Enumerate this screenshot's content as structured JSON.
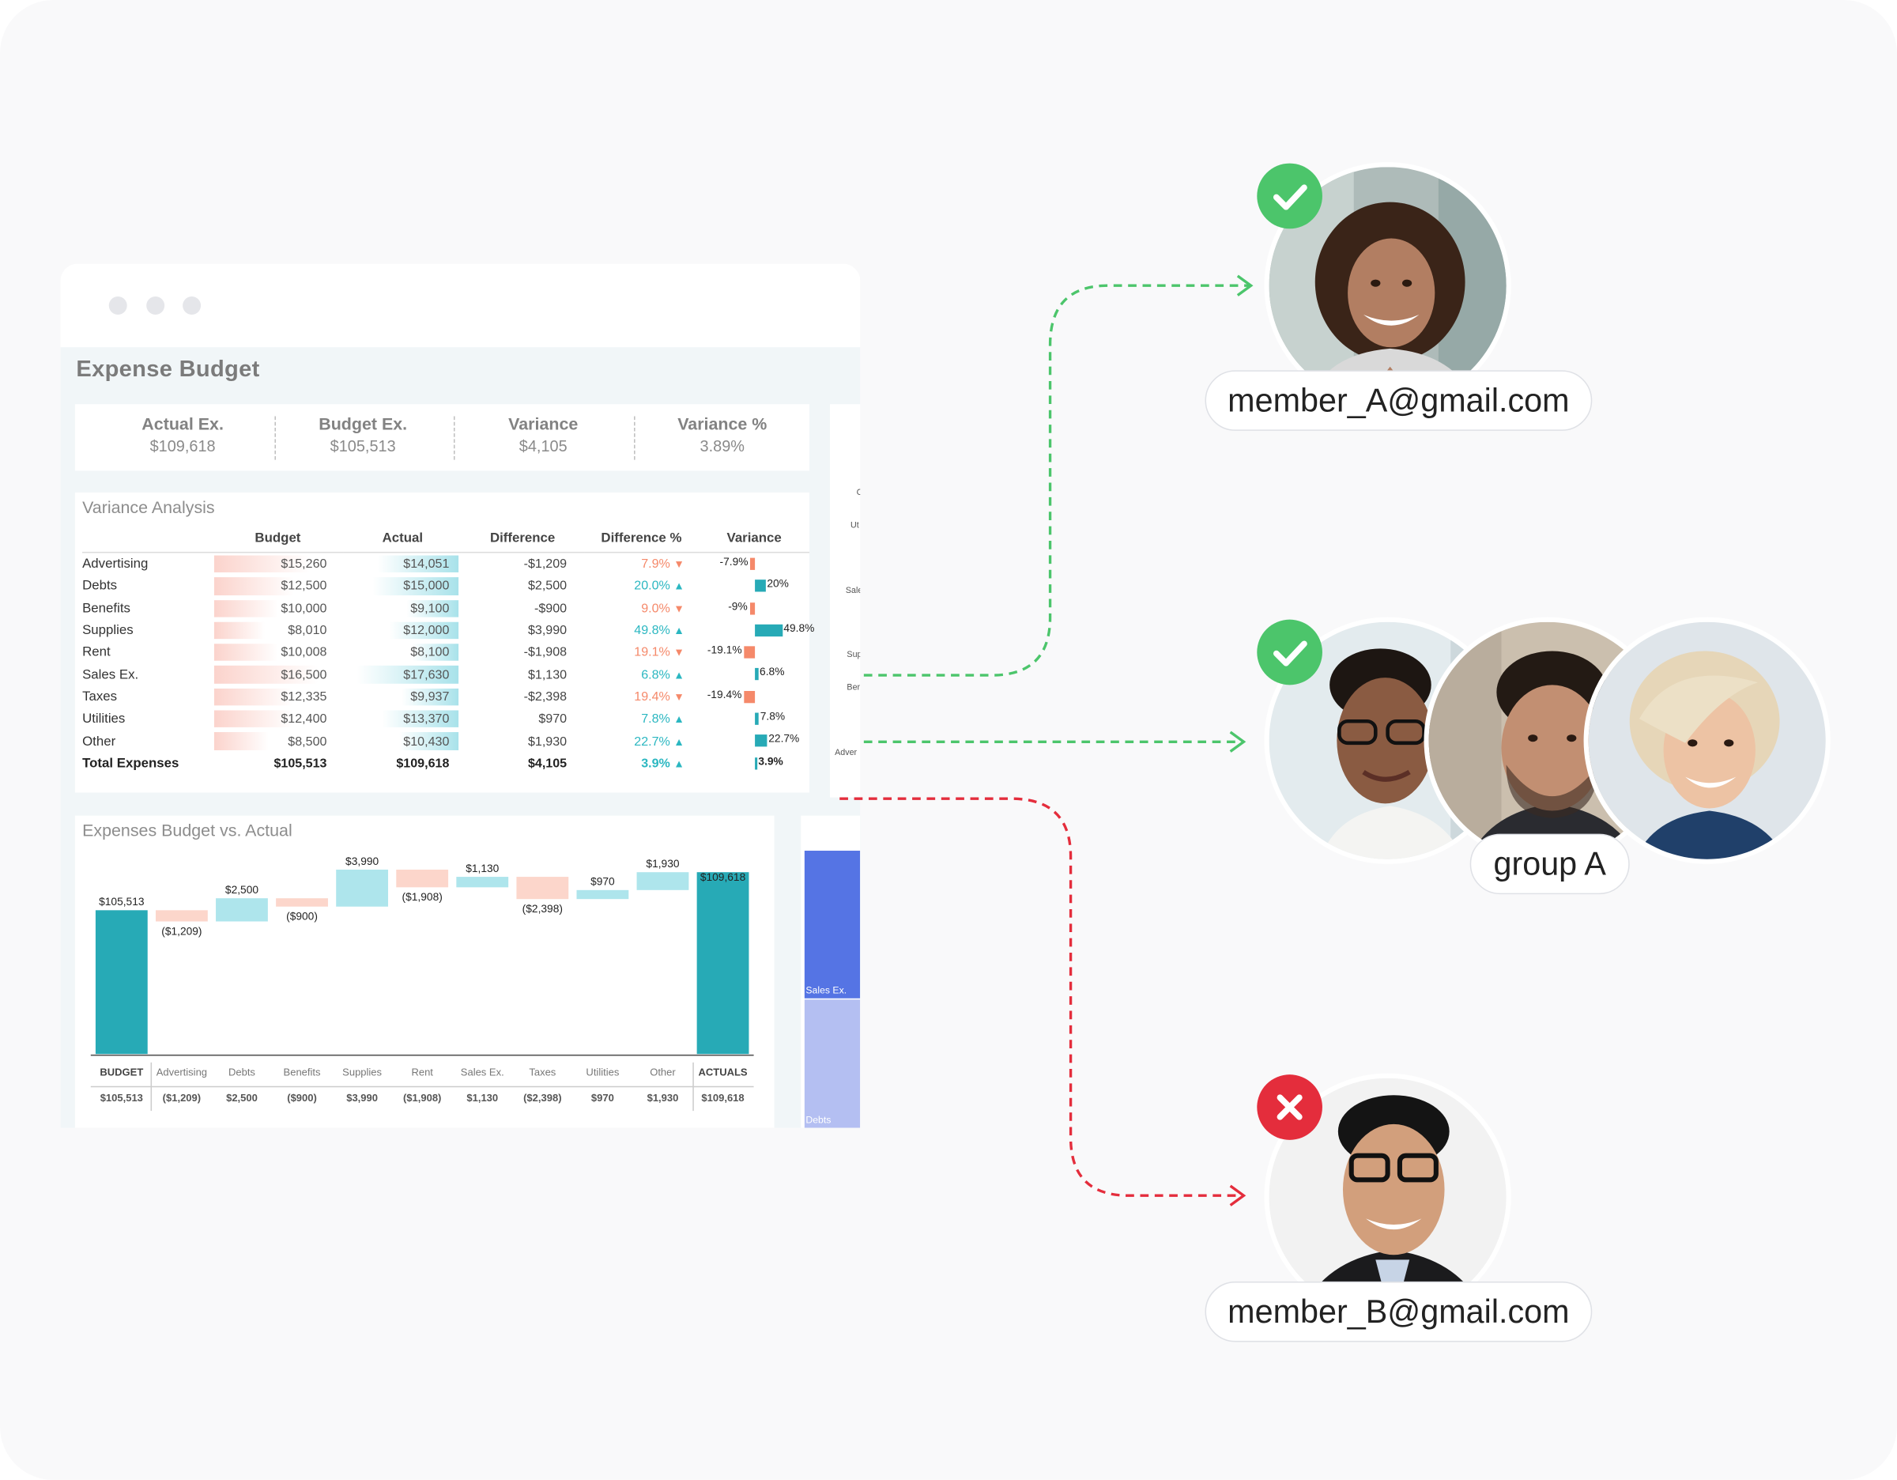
{
  "dashboard": {
    "title": "Expense Budget",
    "kpis": [
      {
        "label": "Actual Ex.",
        "value": "$109,618"
      },
      {
        "label": "Budget Ex.",
        "value": "$105,513"
      },
      {
        "label": "Variance",
        "value": "$4,105"
      },
      {
        "label": "Variance %",
        "value": "3.89%"
      }
    ],
    "variance_analysis": {
      "title": "Variance Analysis",
      "headers": [
        "Budget",
        "Actual",
        "Difference",
        "Difference %",
        "Variance"
      ],
      "rows": [
        {
          "category": "Advertising",
          "budget": "$15,260",
          "actual": "$14,051",
          "difference": "-$1,209",
          "pct": "7.9%",
          "dir": "down",
          "variance_label": "-7.9%",
          "variance_value": -7.9
        },
        {
          "category": "Debts",
          "budget": "$12,500",
          "actual": "$15,000",
          "difference": "$2,500",
          "pct": "20.0%",
          "dir": "up",
          "variance_label": "20%",
          "variance_value": 20.0
        },
        {
          "category": "Benefits",
          "budget": "$10,000",
          "actual": "$9,100",
          "difference": "-$900",
          "pct": "9.0%",
          "dir": "down",
          "variance_label": "-9%",
          "variance_value": -9.0
        },
        {
          "category": "Supplies",
          "budget": "$8,010",
          "actual": "$12,000",
          "difference": "$3,990",
          "pct": "49.8%",
          "dir": "up",
          "variance_label": "49.8%",
          "variance_value": 49.8
        },
        {
          "category": "Rent",
          "budget": "$10,008",
          "actual": "$8,100",
          "difference": "-$1,908",
          "pct": "19.1%",
          "dir": "down",
          "variance_label": "-19.1%",
          "variance_value": -19.1
        },
        {
          "category": "Sales Ex.",
          "budget": "$16,500",
          "actual": "$17,630",
          "difference": "$1,130",
          "pct": "6.8%",
          "dir": "up",
          "variance_label": "6.8%",
          "variance_value": 6.8
        },
        {
          "category": "Taxes",
          "budget": "$12,335",
          "actual": "$9,937",
          "difference": "-$2,398",
          "pct": "19.4%",
          "dir": "down",
          "variance_label": "-19.4%",
          "variance_value": -19.4
        },
        {
          "category": "Utilities",
          "budget": "$12,400",
          "actual": "$13,370",
          "difference": "$970",
          "pct": "7.8%",
          "dir": "up",
          "variance_label": "7.8%",
          "variance_value": 7.8
        },
        {
          "category": "Other",
          "budget": "$8,500",
          "actual": "$10,430",
          "difference": "$1,930",
          "pct": "22.7%",
          "dir": "up",
          "variance_label": "22.7%",
          "variance_value": 22.7
        }
      ],
      "total": {
        "category": "Total Expenses",
        "budget": "$105,513",
        "actual": "$109,618",
        "difference": "$4,105",
        "pct": "3.9%",
        "dir": "up",
        "variance_label": "3.9%",
        "variance_value": 3.9
      }
    },
    "side_chart_labels": [
      "Ut",
      "Sale",
      "Sup",
      "Ber",
      "Adver"
    ],
    "waterfall_title": "Expenses Budget vs. Actual",
    "side_bar_labels": [
      "Sales Ex.",
      "Debts"
    ]
  },
  "chart_data": {
    "type": "bar",
    "title": "Expenses Budget vs. Actual",
    "subtype": "waterfall",
    "categories": [
      "BUDGET",
      "Advertising",
      "Debts",
      "Benefits",
      "Supplies",
      "Rent",
      "Sales Ex.",
      "Taxes",
      "Utilities",
      "Other",
      "ACTUALS"
    ],
    "values": [
      105513,
      -1209,
      2500,
      -900,
      3990,
      -1908,
      1130,
      -2398,
      970,
      1930,
      109618
    ],
    "value_labels": [
      "$105,513",
      "($1,209)",
      "$2,500",
      "($900)",
      "$3,990",
      "($1,908)",
      "$1,130",
      "($2,398)",
      "$970",
      "$1,930",
      "$109,618"
    ],
    "ylim": [
      90000,
      110500
    ],
    "colors": {
      "total": "#27aab6",
      "increase": "#aee5ec",
      "decrease": "#fcd6cb"
    }
  },
  "sharing": {
    "member_a": {
      "email": "member_A@gmail.com",
      "status": "allowed",
      "badge_icon": "check-icon"
    },
    "group_a": {
      "name": "group A",
      "status": "allowed",
      "badge_icon": "check-icon"
    },
    "member_b": {
      "email": "member_B@gmail.com",
      "status": "denied",
      "badge_icon": "x-icon"
    },
    "colors": {
      "allowed": "#4cc56b",
      "denied": "#e42d3c"
    }
  }
}
